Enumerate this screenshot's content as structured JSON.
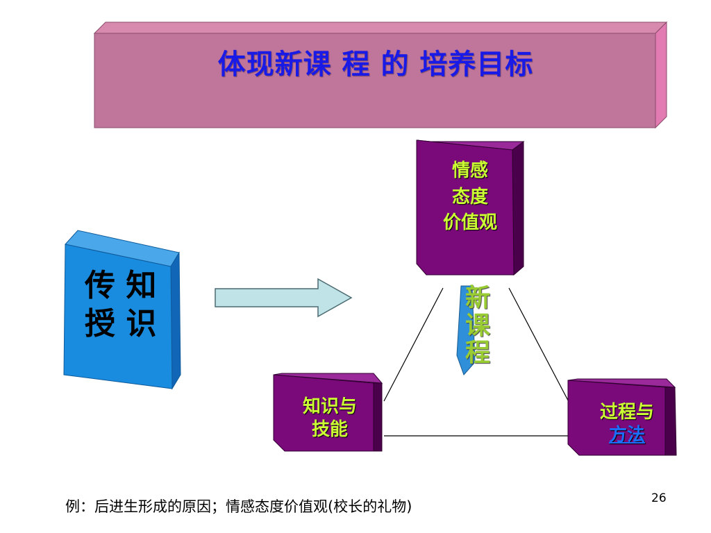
{
  "slide": {
    "title": "体现新课 程 的 培养目标",
    "left_block": {
      "line1": "传 知",
      "line2": "授 识"
    },
    "top_box": {
      "line1": "情感",
      "line2": "态度",
      "line3": "价值观"
    },
    "center_word": {
      "char1": "新",
      "char2": "课",
      "char3": "程"
    },
    "left_box": {
      "line1": "知识与",
      "line2": "技能"
    },
    "right_box": {
      "line1": "过程与",
      "line2": "方法"
    },
    "note": "例：后进生形成的原因；情感态度价值观(校长的礼物)",
    "page_number": "26"
  },
  "colors": {
    "title_bar": "#c0759a",
    "title_text": "#1a1ae6",
    "purple_box": "#7a0a7a",
    "box_text": "#ccff33",
    "blue_block": "#1a8ce0",
    "arrow_fill": "#bfe3e6",
    "center_word": "#99cc33"
  }
}
